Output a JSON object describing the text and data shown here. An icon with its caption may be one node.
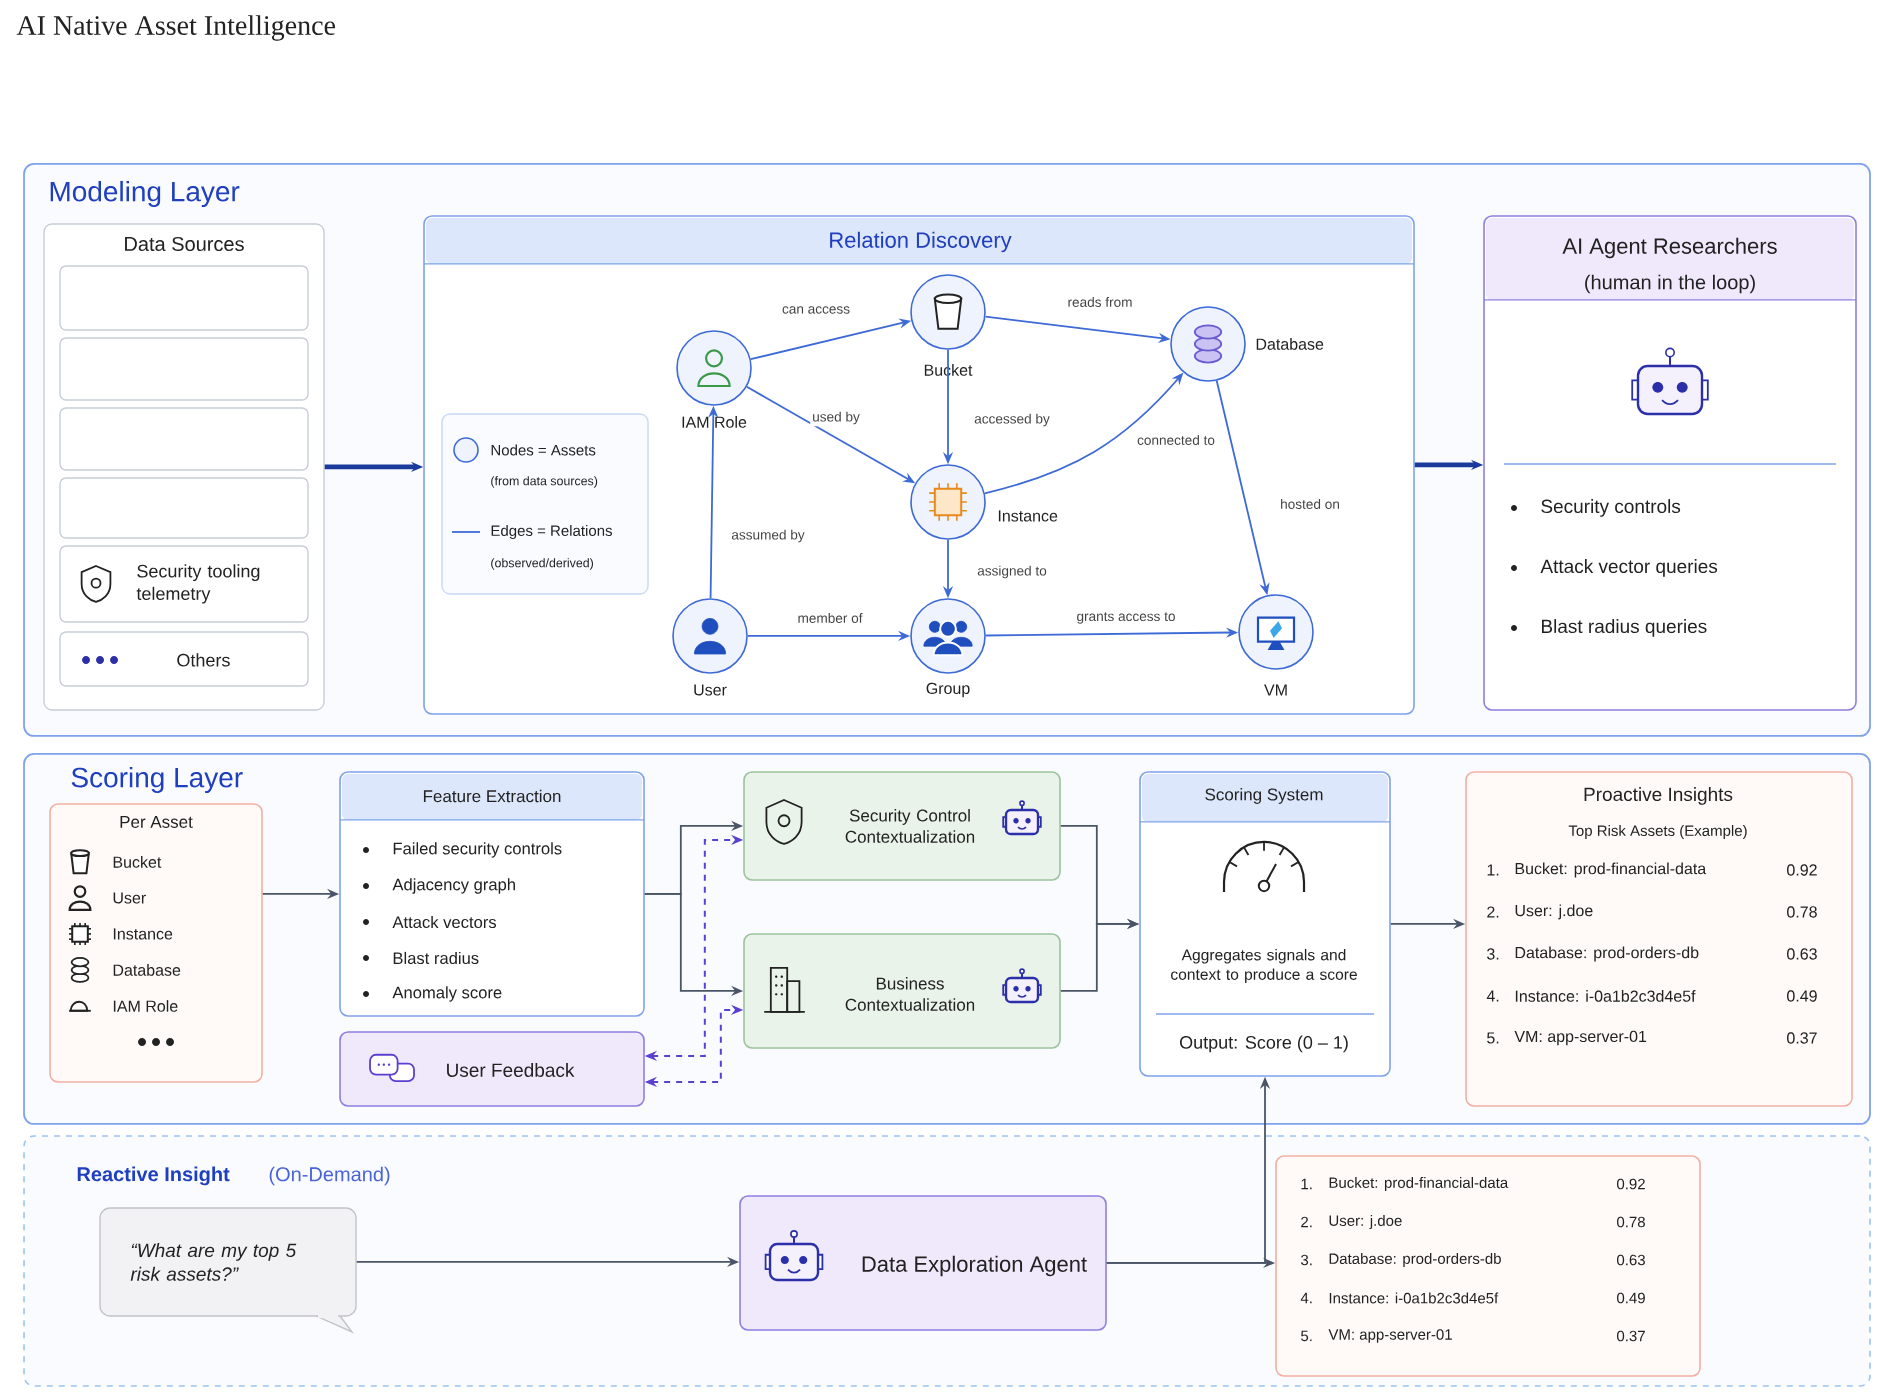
{
  "diagram": {
    "title": "AI Native Asset Intelligence",
    "nodes": [
      {
        "text": [
          "Modeling Layer"
        ]
      },
      {
        "text": [
          "Data Sources"
        ],
        "in": 0
      },
      {
        "text": [],
        "shape": "box",
        "in": 1
      },
      {
        "text": [],
        "shape": "box",
        "in": 1
      },
      {
        "text": [],
        "shape": "box",
        "in": 1
      },
      {
        "text": [],
        "shape": "box",
        "in": 1
      },
      {
        "text": [
          "Security tooling telemetry"
        ],
        "in": 1
      },
      {
        "text": [
          "Others"
        ],
        "in": 1
      },
      {
        "text": [
          "Relation Discovery"
        ],
        "in": 0
      },
      {
        "text": [
          "Nodes = Assets",
          "(from data sources)",
          "Edges = Relations",
          "(observed/derived)"
        ],
        "in": 8
      },
      {
        "text": [
          "IAM Role"
        ],
        "in": 8
      },
      {
        "text": [
          "Bucket"
        ],
        "in": 8
      },
      {
        "text": [
          "Database"
        ],
        "in": 8
      },
      {
        "text": [
          "Instance"
        ],
        "in": 8
      },
      {
        "text": [
          "User"
        ],
        "in": 8
      },
      {
        "text": [
          "Group"
        ],
        "in": 8
      },
      {
        "text": [
          "VM"
        ],
        "in": 8
      },
      {
        "text": [
          "AI Agent Researchers",
          "(human in the loop)",
          "Security controls",
          "Attack vector queries",
          "Blast radius queries"
        ],
        "in": 0
      },
      {
        "text": [
          "Scoring Layer"
        ]
      },
      {
        "text": [
          "Per Asset",
          "Bucket",
          "User",
          "Instance",
          "Database",
          "IAM Role"
        ],
        "in": 18
      },
      {
        "text": [
          "Feature Extraction",
          "Failed security controls",
          "Adjacency graph",
          "Attack vectors",
          "Blast radius",
          "Anomaly score"
        ],
        "in": 18
      },
      {
        "text": [
          "User Feedback"
        ],
        "in": 18
      },
      {
        "text": [
          "Security Control Contextualization"
        ],
        "in": 18
      },
      {
        "text": [
          "Business Contextualization"
        ],
        "in": 18
      },
      {
        "text": [
          "Scoring System",
          "Aggregates signals and context to produce a score",
          "Output: Score (0 – 1)"
        ],
        "in": 18
      },
      {
        "text": [
          "Proactive Insights",
          "Top Risk Assets (Example)",
          "1.",
          "Bucket: prod-financial-data",
          "0.92",
          "2.",
          "User: j.doe",
          "0.78",
          "3.",
          "Database: prod-orders-db",
          "0.63",
          "4.",
          "Instance: i-0a1b2c3d4e5f",
          "0.49",
          "5.",
          "VM: app-server-01",
          "0.37"
        ],
        "in": 18
      },
      {
        "text": [
          "Reactive Insight",
          "(On-Demand)"
        ]
      },
      {
        "text": [
          "“What are my top 5 risk assets?”"
        ],
        "in": 26
      },
      {
        "text": [
          "Data Exploration Agent"
        ],
        "in": 26
      },
      {
        "text": [
          "1.",
          "Bucket: prod-financial-data",
          "0.92",
          "2.",
          "User: j.doe",
          "0.78",
          "3.",
          "Database: prod-orders-db",
          "0.63",
          "4.",
          "Instance: i-0a1b2c3d4e5f",
          "0.49",
          "5.",
          "VM: app-server-01",
          "0.37"
        ],
        "in": 26
      }
    ],
    "edges": [
      {
        "from": 1,
        "to": 8,
        "arrow": "to",
        "style": "thick",
        "color": "#1a3a9c"
      },
      {
        "from": 8,
        "to": 17,
        "arrow": "to",
        "style": "thick",
        "color": "#1a3a9c"
      },
      {
        "from": 10,
        "to": 11,
        "arrow": "to",
        "label": "can access"
      },
      {
        "from": 11,
        "to": 12,
        "arrow": "to",
        "label": "reads from"
      },
      {
        "from": 10,
        "to": 13,
        "arrow": "to",
        "label": "used by"
      },
      {
        "from": 11,
        "to": 13,
        "arrow": "to",
        "label": "accessed by"
      },
      {
        "from": 13,
        "to": 12,
        "arrow": "to",
        "label": "connected to"
      },
      {
        "from": 12,
        "to": 16,
        "arrow": "to",
        "label": "hosted on"
      },
      {
        "from": 14,
        "to": 10,
        "arrow": "to",
        "label": "assumed by"
      },
      {
        "from": 14,
        "to": 15,
        "arrow": "to",
        "label": "member of"
      },
      {
        "from": 13,
        "to": 15,
        "arrow": "to",
        "label": "assigned to"
      },
      {
        "from": 15,
        "to": 16,
        "arrow": "to",
        "label": "grants access to"
      },
      {
        "from": 19,
        "to": 20,
        "arrow": "to",
        "color": "#4a5568"
      },
      {
        "from": 20,
        "to": 22,
        "arrow": "to",
        "color": "#4a5568"
      },
      {
        "from": 20,
        "to": 23,
        "arrow": "to",
        "color": "#4a5568"
      },
      {
        "from": 22,
        "to": 24,
        "arrow": "to",
        "color": "#4a5568"
      },
      {
        "from": 23,
        "to": 24,
        "arrow": "to",
        "color": "#4a5568"
      },
      {
        "from": 24,
        "to": 25,
        "arrow": "to",
        "color": "#4a5568"
      },
      {
        "from": 21,
        "to": 22,
        "arrow": "both",
        "style": "dashed",
        "color": "#5a3fd0"
      },
      {
        "from": 21,
        "to": 23,
        "arrow": "both",
        "style": "dashed",
        "color": "#5a3fd0"
      },
      {
        "from": 27,
        "to": 28,
        "arrow": "to",
        "color": "#4a5568"
      },
      {
        "from": 28,
        "to": 29,
        "arrow": "to",
        "color": "#4a5568"
      },
      {
        "from": 28,
        "to": 24,
        "arrow": "to",
        "color": "#4a5568"
      }
    ]
  }
}
